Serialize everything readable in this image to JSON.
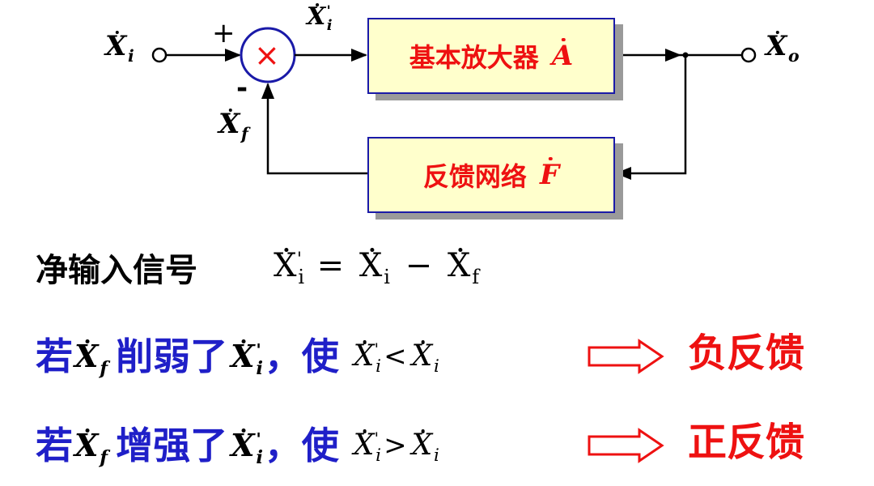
{
  "diagram": {
    "input_label": "X",
    "input_sub": "i",
    "summing_sign_plus": "+",
    "summing_sign_minus": "-",
    "summing_symbol": "×",
    "net_input_label": "X",
    "net_input_sub": "i",
    "net_input_prime": "'",
    "amplifier_text": "基本放大器",
    "amplifier_symbol": "A",
    "feedback_text": "反馈网络",
    "feedback_symbol": "F",
    "output_label": "X",
    "output_sub": "o",
    "feedback_signal_label": "X",
    "feedback_signal_sub": "f"
  },
  "equation": {
    "label": "净输入信号",
    "lhs_var": "X",
    "lhs_sub": "i",
    "lhs_prime": "'",
    "equals": "=",
    "rhs1_var": "X",
    "rhs1_sub": "i",
    "minus": "−",
    "rhs2_var": "X",
    "rhs2_sub": "f"
  },
  "rule_negative": {
    "prefix": "若",
    "var1": "X",
    "var1_sub": "f",
    "verb": "削弱了",
    "var2": "X",
    "var2_sub": "i",
    "var2_prime": "'",
    "comma_text": "，使",
    "cmp_lhs": "X",
    "cmp_lhs_sub": "i",
    "cmp_lhs_prime": "'",
    "cmp_op": "<",
    "cmp_rhs": "X",
    "cmp_rhs_sub": "i",
    "result": "负反馈"
  },
  "rule_positive": {
    "prefix": "若",
    "var1": "X",
    "var1_sub": "f",
    "verb": "增强了",
    "var2": "X",
    "var2_sub": "i",
    "var2_prime": "'",
    "comma_text": "，使",
    "cmp_lhs": "X",
    "cmp_lhs_sub": "i",
    "cmp_lhs_prime": "'",
    "cmp_op": ">",
    "cmp_rhs": "X",
    "cmp_rhs_sub": "i",
    "result": "正反馈"
  },
  "colors": {
    "blue_text": "#1f1fc8",
    "red_text": "#ee1111",
    "box_fill": "#ffffcc",
    "box_border": "#1a1aa8",
    "arrow_border": "#ee1111"
  }
}
